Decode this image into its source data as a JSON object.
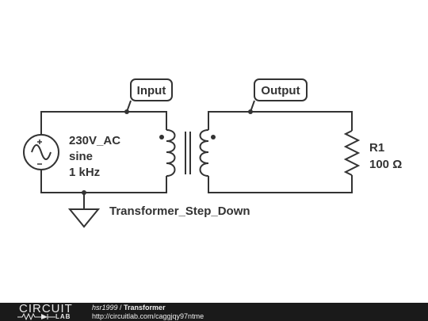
{
  "diagram": {
    "source": {
      "line1": "230V_AC",
      "line2": "sine",
      "line3": "1 kHz"
    },
    "input_label": "Input",
    "output_label": "Output",
    "resistor": {
      "name": "R1",
      "value": "100 Ω"
    },
    "transformer_label": "Transformer_Step_Down"
  },
  "footer": {
    "logo_top": "CIRCUIT",
    "logo_bottom": "LAB",
    "user": "hsr1999",
    "separator": " / ",
    "title": "Transformer",
    "url": "http://circuitlab.com/caggjqy97ntme"
  }
}
